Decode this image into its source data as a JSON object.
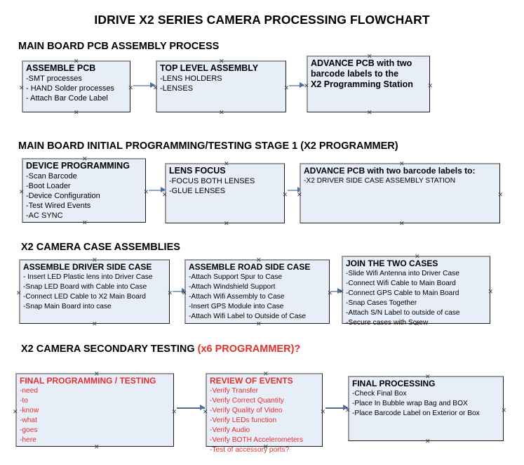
{
  "title": "IDRIVE X2  SERIES CAMERA PROCESSING FLOWCHART",
  "sections": [
    {
      "heading": "MAIN BOARD PCB ASSEMBLY PROCESS",
      "heading_red": "",
      "boxes": [
        {
          "title": "ASSEMBLE PCB",
          "lines": [
            "-SMT processes",
            "- HAND Solder processes",
            "- Attach Bar Code Label"
          ]
        },
        {
          "title": "TOP LEVEL ASSEMBLY",
          "lines": [
            "-LENS HOLDERS",
            "-LENSES"
          ]
        },
        {
          "title": "ADVANCE PCB with two",
          "lines": [
            "barcode labels to the",
            " X2 Programming Station"
          ]
        }
      ]
    },
    {
      "heading": "MAIN BOARD INITIAL PROGRAMMING/TESTING STAGE 1 (X2 PROGRAMMER)",
      "heading_red": "",
      "boxes": [
        {
          "title": "DEVICE PROGRAMMING",
          "lines": [
            "-Scan Barcode",
            "-Boot Loader",
            "-Device Configuration",
            "-Test Wired Events",
            "-AC SYNC"
          ]
        },
        {
          "title": "LENS FOCUS",
          "lines": [
            "-FOCUS BOTH LENSES",
            "-GLUE LENSES"
          ]
        },
        {
          "title": "ADVANCE PCB with two barcode labels to:",
          "lines": [
            "-X2 DRIVER  SIDE  CASE  ASSEMBLY STATION"
          ]
        }
      ]
    },
    {
      "heading": "X2 CAMERA CASE ASSEMBLIES",
      "heading_red": "",
      "boxes": [
        {
          "title": "ASSEMBLE DRIVER SIDE CASE",
          "lines": [
            "- Insert LED Plastic lens into Driver Case",
            "-Snap LED Board with Cable into Case",
            "-Connect LED Cable to X2 Main Board",
            "-Snap Main Board into case"
          ]
        },
        {
          "title": "ASSEMBLE ROAD SIDE CASE",
          "lines": [
            "-Attach Support Spur to Case",
            "-Attach Windshield Support",
            "-Attach Wifi Assembly to Case",
            "-Insert GPS Module into Case",
            "-Attach Wifi Label to Outside of Case"
          ]
        },
        {
          "title": "JOIN THE TWO CASES",
          "lines": [
            "-Slide Wifi Antenna into Driver Case",
            "-Connect Wifi Cable to Main Board",
            "-Connect GPS Cable to Main Board",
            "-Snap Cases Together",
            "-Attach S/N Label to outside of case",
            "-Secure cases with Screw"
          ]
        }
      ]
    },
    {
      "heading": "X2 CAMERA SECONDARY TESTING ",
      "heading_red": "(x6 PROGRAMMER)?",
      "boxes": [
        {
          "title": "FINAL PROGRAMMING / TESTING",
          "lines": [
            "-need",
            "-to",
            "-know",
            "-what",
            "-goes",
            "-here"
          ]
        },
        {
          "title": "REVIEW OF EVENTS",
          "lines": [
            "-Verify Transfer",
            "-Verify Correct Quantity",
            "-Verify Quality of Video",
            "-Verify LEDs function",
            "-Verify Audio",
            "-Verify BOTH Accelerometers",
            "-Test of accessory ports?"
          ]
        },
        {
          "title": "FINAL PROCESSING",
          "lines": [
            " -Check Final Box",
            "-Place In Bubble wrap Bag and BOX",
            "-Place Barcode Label on Exterior or Box"
          ]
        }
      ]
    }
  ],
  "handle_glyph": "✕",
  "colors": {
    "box_fill": "#e8eef8",
    "box_border": "#1a1a1a",
    "box_shadow": "#9a9a9a",
    "connector": "#8fa8c4",
    "arrow": "#4a6f9c",
    "red_text": "#e03030",
    "text": "#000000"
  }
}
